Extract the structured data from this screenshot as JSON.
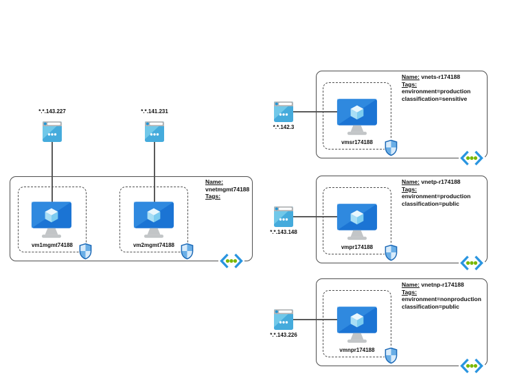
{
  "diagram_title": "azure-vnet-topology",
  "colors": {
    "box_border": "#4d4d4d",
    "connector": "#595959",
    "vm_screen_blue": "#1b74d4",
    "browser_teal": "#45abdc",
    "vnet_bracket_blue": "#2a95e0",
    "vnet_dot_green": "#7ab800",
    "shield_blue": "#1c69b6",
    "text": "#111111"
  },
  "icons": {
    "vm": "virtual-machine-icon",
    "browser": "public-ip-browser-icon",
    "shield": "network-security-group-shield-icon",
    "vnet": "virtual-network-icon"
  },
  "mgmt": {
    "name_label": "Name:",
    "name_value": "vnetmgmt74188",
    "tags_label": "Tags:",
    "subnets": [
      {
        "vm": "vm1mgmt74188",
        "ip": "*.*.143.227"
      },
      {
        "vm": "vm2mgmt74188",
        "ip": "*.*.141.231"
      }
    ]
  },
  "vnets": [
    {
      "name_label": "Name:",
      "name_value": "vnets-r174188",
      "tags_label": "Tags:",
      "tags": [
        "environment=production",
        "classification=sensitive"
      ],
      "vm": "vmsr174188",
      "ip": "*.*.142.3"
    },
    {
      "name_label": "Name:",
      "name_value": "vnetp-r174188",
      "tags_label": "Tags:",
      "tags": [
        "environment=production",
        "classification=public"
      ],
      "vm": "vmpr174188",
      "ip": "*.*.143.148"
    },
    {
      "name_label": "Name:",
      "name_value": "vnetnp-r174188",
      "tags_label": "Tags:",
      "tags": [
        "environment=nonproduction",
        "classification=public"
      ],
      "vm": "vmnpr174188",
      "ip": "*.*.143.226"
    }
  ]
}
